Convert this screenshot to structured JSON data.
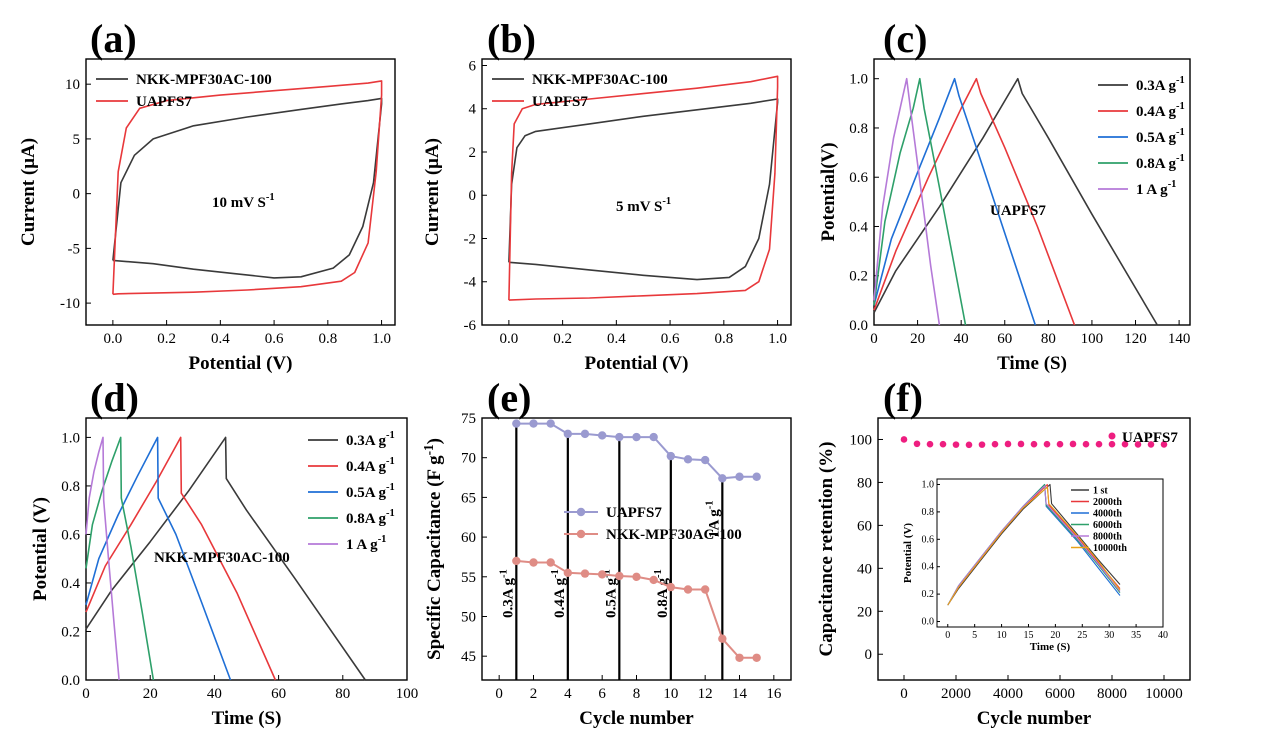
{
  "colors": {
    "black": "#3a3a3a",
    "red": "#e8383b",
    "blue": "#1f6fd6",
    "green": "#2ea06a",
    "purple": "#b57ad8",
    "lavender": "#9a9ad0",
    "salmon": "#df8c85",
    "magenta": "#ee1e80",
    "orange": "#e8a21a"
  },
  "chart_data": [
    {
      "id": "a",
      "type": "line",
      "panel_label": "(a)",
      "xlabel": "Potential (V)",
      "ylabel": "Current (μA)",
      "xlim": [
        -0.1,
        1.05
      ],
      "ylim": [
        -12,
        12.3
      ],
      "xticks": [
        "0.0",
        "0.2",
        "0.4",
        "0.6",
        "0.8",
        "1.0"
      ],
      "yticks": [
        "-10",
        "-5",
        "0",
        "5",
        "10"
      ],
      "annotation": "10 mV S",
      "annotation_sup": "-1",
      "legend_position": "top-left",
      "series": [
        {
          "name": "NKK-MPF30AC-100",
          "color": "black",
          "x": [
            0.0,
            0.03,
            0.08,
            0.15,
            0.3,
            0.5,
            0.7,
            0.85,
            0.95,
            1.0,
            1.0,
            0.97,
            0.93,
            0.88,
            0.82,
            0.7,
            0.6,
            0.45,
            0.3,
            0.15,
            0.0,
            0.0
          ],
          "y": [
            -6.1,
            1.0,
            3.5,
            5.0,
            6.2,
            7.0,
            7.7,
            8.2,
            8.5,
            8.7,
            8.2,
            1.0,
            -3.0,
            -5.6,
            -6.8,
            -7.6,
            -7.7,
            -7.3,
            -6.9,
            -6.4,
            -6.1,
            -6.1
          ]
        },
        {
          "name": "UAPFS7",
          "color": "red",
          "x": [
            0.0,
            0.02,
            0.05,
            0.1,
            0.2,
            0.4,
            0.6,
            0.8,
            0.95,
            1.0,
            1.0,
            0.98,
            0.95,
            0.9,
            0.85,
            0.7,
            0.5,
            0.3,
            0.1,
            0.02,
            0.0,
            0.0
          ],
          "y": [
            -9.2,
            2.0,
            6.0,
            7.8,
            8.5,
            9.0,
            9.4,
            9.8,
            10.1,
            10.3,
            9.0,
            2.0,
            -4.5,
            -7.2,
            -8.0,
            -8.5,
            -8.8,
            -9.0,
            -9.1,
            -9.15,
            -9.2,
            -9.2
          ]
        }
      ]
    },
    {
      "id": "b",
      "type": "line",
      "panel_label": "(b)",
      "xlabel": "Potential (V)",
      "ylabel": "Current (μA)",
      "xlim": [
        -0.1,
        1.05
      ],
      "ylim": [
        -6,
        6.3
      ],
      "xticks": [
        "0.0",
        "0.2",
        "0.4",
        "0.6",
        "0.8",
        "1.0"
      ],
      "yticks": [
        "-6",
        "-4",
        "-2",
        "0",
        "2",
        "4",
        "6"
      ],
      "annotation": "5 mV S",
      "annotation_sup": "-1",
      "legend_position": "top-left",
      "series": [
        {
          "name": "NKK-MPF30AC-100",
          "color": "black",
          "x": [
            0.0,
            0.01,
            0.03,
            0.06,
            0.1,
            0.3,
            0.5,
            0.7,
            0.9,
            1.0,
            1.0,
            0.97,
            0.93,
            0.88,
            0.82,
            0.7,
            0.5,
            0.3,
            0.1,
            0.0,
            0.0
          ],
          "y": [
            -3.1,
            0.5,
            2.2,
            2.75,
            2.95,
            3.3,
            3.65,
            3.95,
            4.25,
            4.45,
            4.3,
            0.5,
            -2.0,
            -3.3,
            -3.8,
            -3.9,
            -3.7,
            -3.45,
            -3.2,
            -3.1,
            -3.1
          ]
        },
        {
          "name": "UAPFS7",
          "color": "red",
          "x": [
            0.0,
            0.01,
            0.02,
            0.05,
            0.1,
            0.3,
            0.5,
            0.7,
            0.9,
            1.0,
            1.0,
            0.99,
            0.97,
            0.93,
            0.88,
            0.7,
            0.5,
            0.3,
            0.1,
            0.0,
            0.0
          ],
          "y": [
            -4.85,
            1.0,
            3.3,
            4.0,
            4.2,
            4.45,
            4.7,
            4.95,
            5.25,
            5.5,
            5.0,
            1.0,
            -2.5,
            -4.0,
            -4.4,
            -4.55,
            -4.65,
            -4.75,
            -4.8,
            -4.85,
            -4.85
          ]
        }
      ]
    },
    {
      "id": "c",
      "type": "line",
      "panel_label": "(c)",
      "xlabel": "Time (S)",
      "ylabel": "Potential(V)",
      "xlim": [
        0,
        145
      ],
      "ylim": [
        0,
        1.08
      ],
      "xticks": [
        "0",
        "20",
        "40",
        "60",
        "80",
        "100",
        "120",
        "140"
      ],
      "yticks": [
        "0.0",
        "0.2",
        "0.4",
        "0.6",
        "0.8",
        "1.0"
      ],
      "annotation": "UAPFS7",
      "legend_position": "top-right",
      "series": [
        {
          "name": "0.3A g",
          "color": "black",
          "x": [
            0,
            10,
            30,
            50,
            66,
            68,
            80,
            100,
            130
          ],
          "y": [
            0.05,
            0.22,
            0.48,
            0.76,
            1.0,
            0.94,
            0.76,
            0.45,
            0.0
          ]
        },
        {
          "name": "0.4A g",
          "color": "red",
          "x": [
            0,
            10,
            25,
            40,
            47,
            49,
            60,
            75,
            92
          ],
          "y": [
            0.06,
            0.3,
            0.6,
            0.88,
            1.0,
            0.94,
            0.72,
            0.4,
            0.0
          ]
        },
        {
          "name": "0.5A g",
          "color": "blue",
          "x": [
            0,
            8,
            20,
            30,
            37,
            39,
            50,
            62,
            74
          ],
          "y": [
            0.08,
            0.35,
            0.62,
            0.84,
            1.0,
            0.93,
            0.64,
            0.32,
            0.0
          ]
        },
        {
          "name": "0.8A g",
          "color": "green",
          "x": [
            0,
            5,
            12,
            18,
            21,
            23,
            30,
            36,
            42
          ],
          "y": [
            0.08,
            0.42,
            0.7,
            0.88,
            1.0,
            0.88,
            0.56,
            0.28,
            0.0
          ]
        },
        {
          "name": "1   A g",
          "color": "purple",
          "x": [
            0,
            4,
            9,
            13,
            15,
            17,
            22,
            26,
            30
          ],
          "y": [
            0.1,
            0.48,
            0.76,
            0.92,
            1.0,
            0.86,
            0.52,
            0.24,
            0.0
          ]
        }
      ]
    },
    {
      "id": "d",
      "type": "line",
      "panel_label": "(d)",
      "xlabel": "Time (S)",
      "ylabel": "Potential (V)",
      "xlim": [
        0,
        100
      ],
      "ylim": [
        0,
        1.08
      ],
      "xticks": [
        "0",
        "20",
        "40",
        "60",
        "80",
        "100"
      ],
      "yticks": [
        "0.0",
        "0.2",
        "0.4",
        "0.6",
        "0.8",
        "1.0"
      ],
      "annotation": "NKK-MPF30AC-100",
      "legend_position": "top-right",
      "series": [
        {
          "name": "0.3A g",
          "color": "black",
          "x": [
            0,
            8,
            20,
            32,
            43.5,
            43.7,
            50,
            65,
            87
          ],
          "y": [
            0.21,
            0.37,
            0.57,
            0.78,
            1.0,
            0.83,
            0.7,
            0.42,
            0.0
          ]
        },
        {
          "name": "0.4A g",
          "color": "red",
          "x": [
            0,
            6,
            14,
            22,
            29.5,
            29.7,
            36,
            47,
            59
          ],
          "y": [
            0.28,
            0.47,
            0.64,
            0.82,
            1.0,
            0.77,
            0.64,
            0.36,
            0.0
          ]
        },
        {
          "name": "0.5A g",
          "color": "blue",
          "x": [
            0,
            4,
            10,
            16,
            22.3,
            22.5,
            28,
            36,
            45
          ],
          "y": [
            0.31,
            0.5,
            0.68,
            0.84,
            1.0,
            0.75,
            0.6,
            0.32,
            0.0
          ]
        },
        {
          "name": "0.8A g",
          "color": "green",
          "x": [
            0,
            2,
            5,
            8,
            10.8,
            11.0,
            14,
            17.5,
            21
          ],
          "y": [
            0.46,
            0.64,
            0.78,
            0.9,
            1.0,
            0.75,
            0.55,
            0.28,
            0.0
          ]
        },
        {
          "name": "1   A g",
          "color": "purple",
          "x": [
            0,
            1,
            2.5,
            4,
            5.3,
            5.5,
            7,
            8.7,
            10.3
          ],
          "y": [
            0.6,
            0.75,
            0.86,
            0.94,
            1.0,
            0.74,
            0.5,
            0.24,
            0.0
          ]
        }
      ]
    },
    {
      "id": "e",
      "type": "line",
      "panel_label": "(e)",
      "xlabel": "Cycle number",
      "ylabel": "Specific Capacitance (F g",
      "ylabel_sup": "-1",
      "ylabel_end": ")",
      "xlim": [
        -1,
        17
      ],
      "ylim": [
        42,
        75
      ],
      "xticks": [
        "0",
        "2",
        "4",
        "6",
        "8",
        "10",
        "12",
        "14",
        "16"
      ],
      "yticks": [
        "45",
        "50",
        "55",
        "60",
        "65",
        "70",
        "75"
      ],
      "legend_position": "center",
      "series": [
        {
          "name": "UAPFS7",
          "color": "lavender",
          "x": [
            1,
            2,
            3,
            4,
            5,
            6,
            7,
            8,
            9,
            10,
            11,
            12,
            13,
            14,
            15
          ],
          "y": [
            74.3,
            74.3,
            74.3,
            73.0,
            73.0,
            72.8,
            72.6,
            72.6,
            72.6,
            70.2,
            69.8,
            69.7,
            67.4,
            67.6,
            67.6
          ]
        },
        {
          "name": "NKK-MPF30AC-100",
          "color": "salmon",
          "x": [
            1,
            2,
            3,
            4,
            5,
            6,
            7,
            8,
            9,
            10,
            11,
            12,
            13,
            14,
            15
          ],
          "y": [
            57.0,
            56.8,
            56.8,
            55.5,
            55.4,
            55.3,
            55.1,
            55.0,
            54.6,
            53.7,
            53.4,
            53.4,
            47.2,
            44.8,
            44.8
          ]
        }
      ],
      "markers": [
        {
          "x": 1,
          "label": "0.3A g",
          "sup": "-1"
        },
        {
          "x": 4,
          "label": "0.4A g",
          "sup": "-1"
        },
        {
          "x": 7,
          "label": "0.5A g",
          "sup": "-1"
        },
        {
          "x": 10,
          "label": "0.8A g",
          "sup": "-1"
        },
        {
          "x": 13,
          "label": "1A g",
          "sup": "-1"
        }
      ]
    },
    {
      "id": "f",
      "type": "scatter",
      "panel_label": "(f)",
      "xlabel": "Cycle number",
      "ylabel": "Capacitance retention (%)",
      "xlim": [
        -1000,
        11000
      ],
      "ylim": [
        -12,
        110
      ],
      "xticks": [
        "0",
        "2000",
        "4000",
        "6000",
        "8000",
        "10000"
      ],
      "yticks": [
        "0",
        "20",
        "40",
        "60",
        "80",
        "100"
      ],
      "legend_position": "top-right",
      "series": [
        {
          "name": "UAPFS7",
          "color": "magenta",
          "x": [
            0,
            500,
            1000,
            1500,
            2000,
            2500,
            3000,
            3500,
            4000,
            4500,
            5000,
            5500,
            6000,
            6500,
            7000,
            7500,
            8000,
            8500,
            9000,
            9500,
            10000
          ],
          "y": [
            100,
            98,
            97.8,
            97.8,
            97.6,
            97.5,
            97.6,
            97.8,
            97.9,
            97.9,
            97.8,
            97.8,
            97.8,
            97.9,
            97.8,
            97.8,
            97.8,
            97.8,
            97.7,
            97.7,
            97.7
          ]
        }
      ],
      "inset": {
        "type": "line",
        "xlabel": "Time (S)",
        "ylabel": "Potential (V)",
        "xlim": [
          -2,
          40
        ],
        "ylim": [
          -0.04,
          1.04
        ],
        "xticks": [
          "0",
          "5",
          "10",
          "15",
          "20",
          "25",
          "30",
          "35",
          "40"
        ],
        "yticks": [
          "0.0",
          "0.2",
          "0.4",
          "0.6",
          "0.8",
          "1.0"
        ],
        "legend_position": "top-right",
        "series": [
          {
            "name": "1 st",
            "color": "black",
            "x": [
              0,
              2,
              6,
              10,
              14,
              19,
              19.3,
              24,
              28,
              32
            ],
            "y": [
              0.12,
              0.24,
              0.44,
              0.64,
              0.82,
              1.0,
              0.86,
              0.64,
              0.45,
              0.27
            ]
          },
          {
            "name": "2000th",
            "color": "red",
            "x": [
              0,
              2,
              6,
              10,
              14,
              18.5,
              18.8,
              24,
              28,
              32
            ],
            "y": [
              0.12,
              0.25,
              0.45,
              0.65,
              0.83,
              1.0,
              0.85,
              0.62,
              0.43,
              0.24
            ]
          },
          {
            "name": "4000th",
            "color": "blue",
            "x": [
              0,
              2,
              6,
              10,
              14,
              18,
              18.3,
              24,
              28,
              32
            ],
            "y": [
              0.12,
              0.26,
              0.46,
              0.66,
              0.84,
              1.0,
              0.84,
              0.59,
              0.39,
              0.19
            ]
          },
          {
            "name": "6000th",
            "color": "green",
            "x": [
              0,
              2,
              6,
              10,
              14,
              18,
              18.3,
              24,
              28,
              32
            ],
            "y": [
              0.12,
              0.26,
              0.46,
              0.66,
              0.84,
              1.0,
              0.85,
              0.6,
              0.41,
              0.21
            ]
          },
          {
            "name": "8000th",
            "color": "purple",
            "x": [
              0,
              2,
              6,
              10,
              14,
              18,
              18.3,
              24,
              28,
              32
            ],
            "y": [
              0.12,
              0.26,
              0.46,
              0.66,
              0.84,
              0.99,
              0.86,
              0.61,
              0.42,
              0.22
            ]
          },
          {
            "name": "10000th",
            "color": "orange",
            "x": [
              0,
              2,
              6,
              10,
              14,
              18.5,
              18.8,
              24,
              28,
              32
            ],
            "y": [
              0.12,
              0.25,
              0.45,
              0.65,
              0.83,
              0.98,
              0.86,
              0.63,
              0.44,
              0.23
            ]
          }
        ]
      }
    }
  ]
}
